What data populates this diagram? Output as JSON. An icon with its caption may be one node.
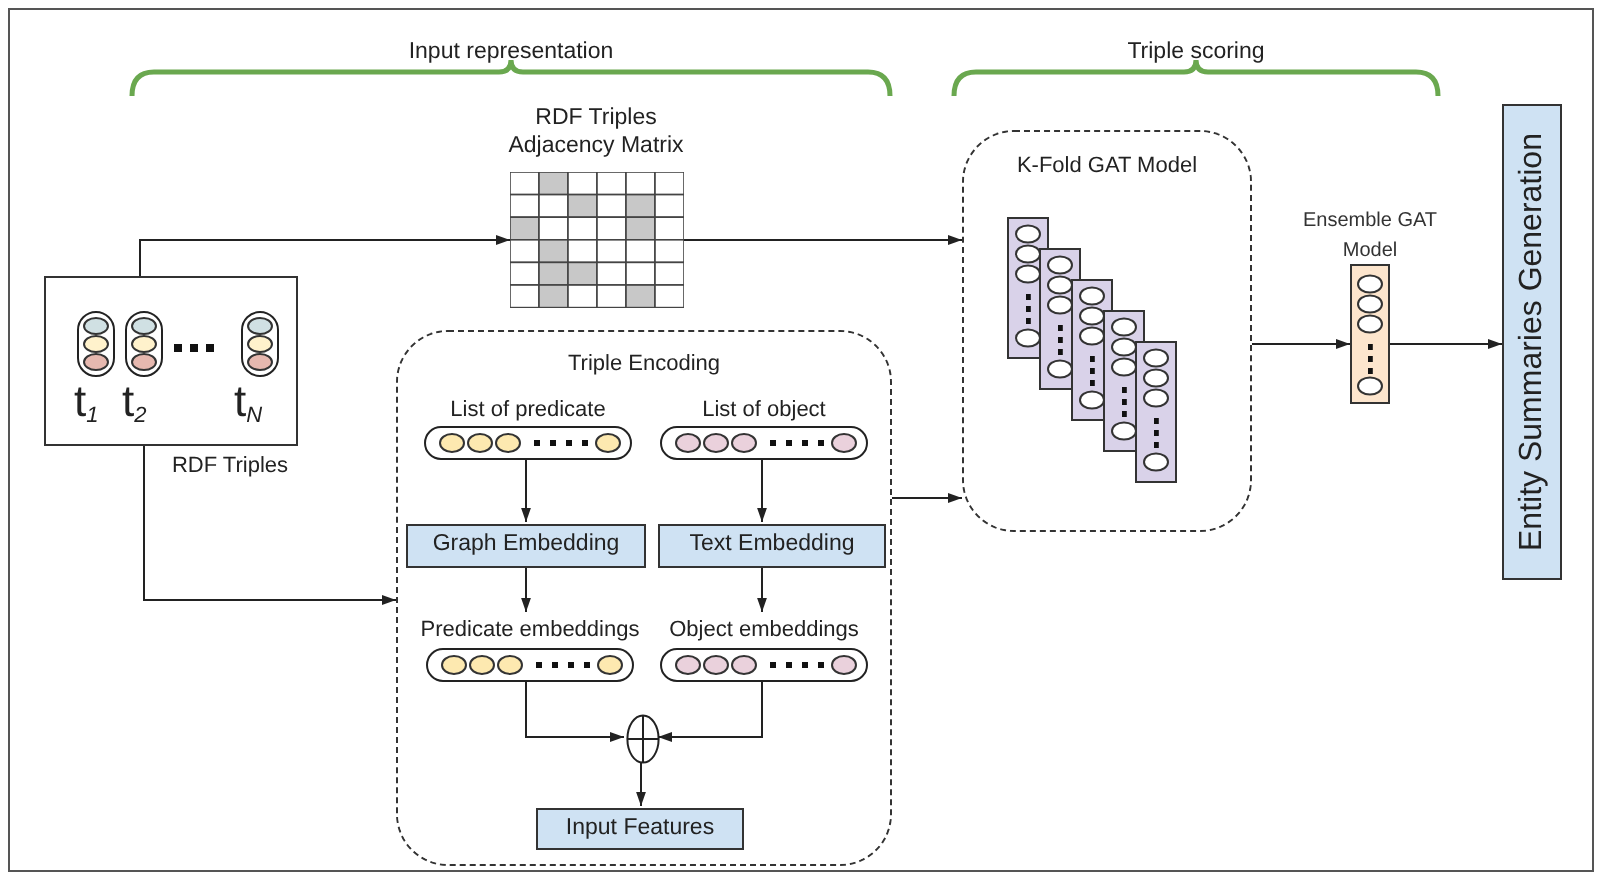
{
  "diagram": {
    "nodes": [
      {
        "text": [
          "RDF Triples Adjacency Matrix"
        ]
      },
      {
        "text": [
          "t$_{1}$",
          "t$_{2}$",
          "t$_{N}$"
        ],
        "beside": [
          "RDF Triples"
        ]
      },
      {
        "text": [
          "Triple Encoding"
        ]
      },
      {
        "text": [
          "List of predicate"
        ],
        "in": 2
      },
      {
        "text": [
          "List of object"
        ],
        "in": 2
      },
      {
        "text": [
          "Graph Embedding"
        ],
        "in": 2
      },
      {
        "text": [
          "Text Embedding"
        ],
        "in": 2
      },
      {
        "text": [
          "Predicate embeddings"
        ],
        "in": 2
      },
      {
        "text": [
          "Object embeddings"
        ],
        "in": 2
      },
      {
        "text": [],
        "shape": "circle",
        "in": 2
      },
      {
        "text": [
          "Input Features"
        ],
        "in": 2
      },
      {
        "text": [
          "K-Fold GAT Model"
        ]
      },
      {
        "text": [],
        "shape": "bar",
        "beside": [
          "Ensemble GAT Model"
        ]
      },
      {
        "text": [
          "Entity Summaries Generation"
        ]
      }
    ],
    "edges": [
      {
        "from": 1,
        "to": 0,
        "arrow": "to"
      },
      {
        "from": 0,
        "to": 11,
        "arrow": "to"
      },
      {
        "from": 1,
        "to": 2,
        "arrow": "to"
      },
      {
        "from": 2,
        "to": 11,
        "arrow": "to"
      },
      {
        "from": 3,
        "to": 5,
        "arrow": "to"
      },
      {
        "from": 4,
        "to": 6,
        "arrow": "to"
      },
      {
        "from": 5,
        "to": 7,
        "arrow": "to"
      },
      {
        "from": 6,
        "to": 8,
        "arrow": "to"
      },
      {
        "from": 7,
        "to": 9,
        "arrow": "to"
      },
      {
        "from": 8,
        "to": 9,
        "arrow": "to"
      },
      {
        "from": 9,
        "to": 10,
        "arrow": "to"
      },
      {
        "from": 11,
        "to": 12,
        "arrow": "to"
      },
      {
        "from": 12,
        "to": 13,
        "arrow": "to"
      }
    ],
    "labels": [
      "Input representation",
      "Triple scoring"
    ]
  }
}
